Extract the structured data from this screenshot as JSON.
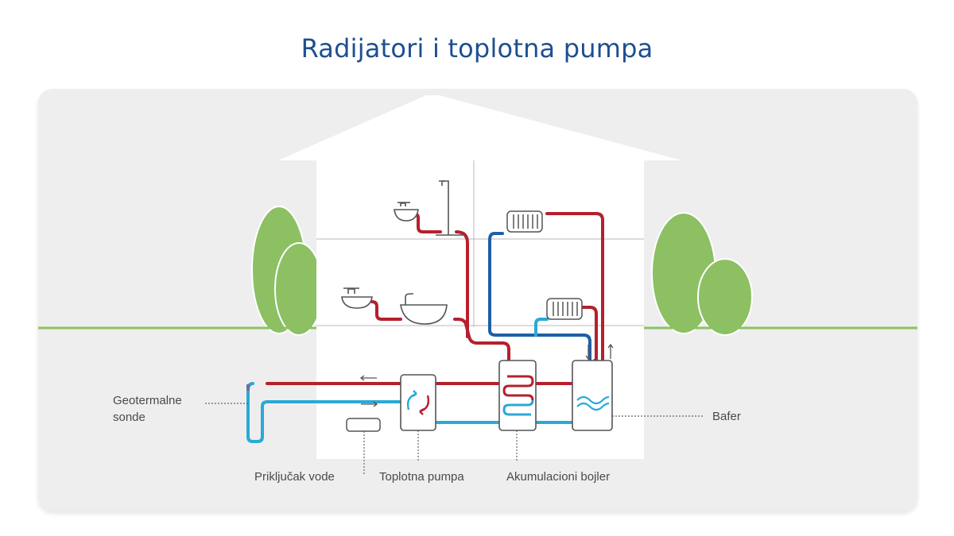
{
  "title": "Radijatori i toplotna pumpa",
  "labels": {
    "geothermal_line1": "Geotermalne",
    "geothermal_line2": "sonde",
    "buffer": "Bafer",
    "water_connection": "Priključak vode",
    "heat_pump": "Toplotna pumpa",
    "storage_boiler": "Akumulacioni bojler"
  },
  "colors": {
    "title": "#1d4f91",
    "hot_pipe": "#b5202e",
    "cold_pipe": "#2aa9d6",
    "dark_blue_pipe": "#1f5fa6",
    "ground_line": "#8cc063",
    "tree": "#8cc063",
    "panel_bg": "#eeeeee",
    "house": "#ffffff"
  },
  "icons": [
    "washbasin-icon",
    "shower-icon",
    "radiator-icon",
    "bathtub-icon",
    "heat-pump-icon",
    "storage-boiler-icon",
    "buffer-tank-icon",
    "water-connection-icon",
    "tree-icon"
  ]
}
